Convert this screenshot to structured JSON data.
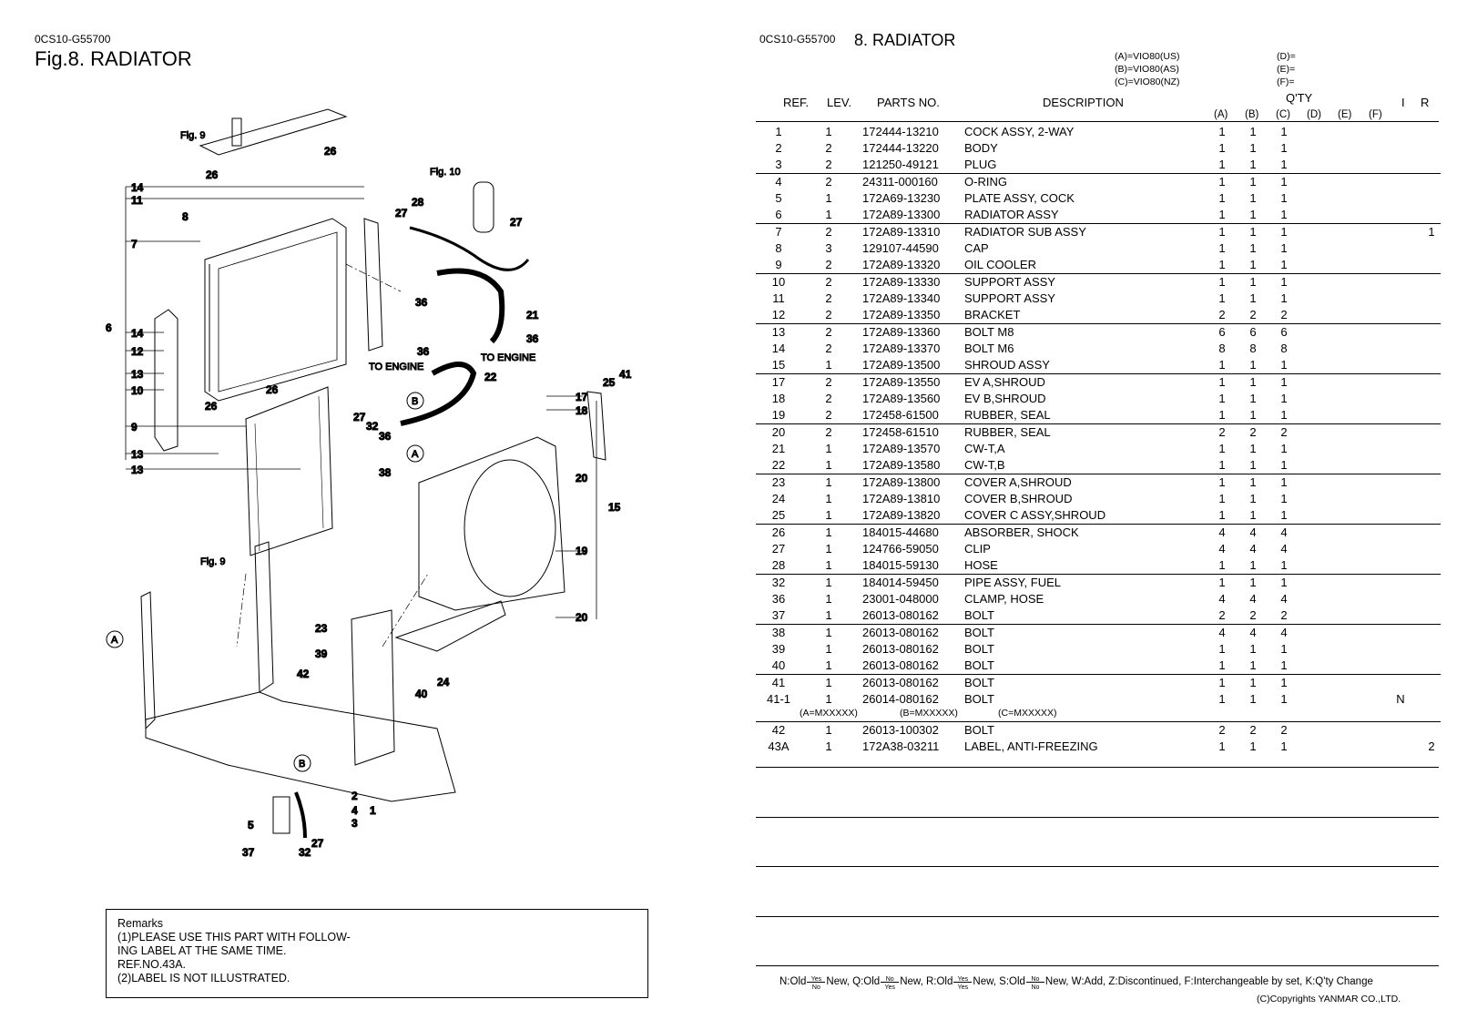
{
  "left": {
    "code": "0CS10-G55700",
    "title": "Fig.8.  RADIATOR"
  },
  "diagram": {
    "labels": [
      "Fig. 9",
      "Fig. 10",
      "Fig. 9",
      "TO ENGINE",
      "TO ENGINE",
      "A",
      "B",
      "A",
      "B"
    ],
    "numbers": [
      "26",
      "26",
      "14",
      "11",
      "8",
      "27",
      "28",
      "27",
      "7",
      "6",
      "14",
      "12",
      "13",
      "10",
      "9",
      "13",
      "13",
      "36",
      "21",
      "36",
      "36",
      "22",
      "26",
      "26",
      "27",
      "32",
      "36",
      "17",
      "18",
      "25",
      "41",
      "20",
      "15",
      "38",
      "19",
      "20",
      "23",
      "39",
      "24",
      "40",
      "42",
      "2",
      "4",
      "1",
      "3",
      "5",
      "37",
      "32",
      "27"
    ]
  },
  "remarks": {
    "lines": [
      "Remarks",
      "(1)PLEASE USE THIS PART WITH FOLLOW-",
      "ING LABEL AT THE SAME TIME.",
      "REF.NO.43A.",
      "(2)LABEL IS NOT ILLUSTRATED."
    ]
  },
  "right": {
    "code": "0CS10-G55700",
    "title": "8.  RADIATOR",
    "models": {
      "a": "(A)=VIO80(US)",
      "b": "(B)=VIO80(AS)",
      "c": "(C)=VIO80(NZ)",
      "d": "(D)=",
      "e": "(E)=",
      "f": "(F)="
    },
    "headers": {
      "ref": "REF.",
      "lev": "LEV.",
      "parts_no": "PARTS NO.",
      "description": "DESCRIPTION",
      "qty": "Q'TY",
      "i": "I",
      "r": "R",
      "cols": [
        "(A)",
        "(B)",
        "(C)",
        "(D)",
        "(E)",
        "(F)"
      ]
    },
    "rows": [
      {
        "ref": "1",
        "lev": "1",
        "part": "172444-13210",
        "desc": "COCK ASSY, 2-WAY",
        "a": "1",
        "b": "1",
        "c": "1",
        "i": "",
        "r": ""
      },
      {
        "ref": "2",
        "lev": "2",
        "part": "172444-13220",
        "desc": "BODY",
        "a": "1",
        "b": "1",
        "c": "1",
        "i": "",
        "r": ""
      },
      {
        "ref": "3",
        "lev": "2",
        "part": "121250-49121",
        "desc": "PLUG",
        "a": "1",
        "b": "1",
        "c": "1",
        "i": "",
        "r": ""
      },
      {
        "ref": "4",
        "lev": "2",
        "part": "24311-000160",
        "desc": "O-RING",
        "a": "1",
        "b": "1",
        "c": "1",
        "i": "",
        "r": ""
      },
      {
        "ref": "5",
        "lev": "1",
        "part": "172A69-13230",
        "desc": "PLATE ASSY, COCK",
        "a": "1",
        "b": "1",
        "c": "1",
        "i": "",
        "r": ""
      },
      {
        "ref": "6",
        "lev": "1",
        "part": "172A89-13300",
        "desc": "RADIATOR ASSY",
        "a": "1",
        "b": "1",
        "c": "1",
        "i": "",
        "r": ""
      },
      {
        "ref": "7",
        "lev": "2",
        "part": "172A89-13310",
        "desc": "RADIATOR SUB ASSY",
        "a": "1",
        "b": "1",
        "c": "1",
        "i": "",
        "r": "1"
      },
      {
        "ref": "8",
        "lev": "3",
        "part": "129107-44590",
        "desc": "CAP",
        "a": "1",
        "b": "1",
        "c": "1",
        "i": "",
        "r": ""
      },
      {
        "ref": "9",
        "lev": "2",
        "part": "172A89-13320",
        "desc": "OIL COOLER",
        "a": "1",
        "b": "1",
        "c": "1",
        "i": "",
        "r": ""
      },
      {
        "ref": "10",
        "lev": "2",
        "part": "172A89-13330",
        "desc": "SUPPORT ASSY",
        "a": "1",
        "b": "1",
        "c": "1",
        "i": "",
        "r": ""
      },
      {
        "ref": "11",
        "lev": "2",
        "part": "172A89-13340",
        "desc": "SUPPORT ASSY",
        "a": "1",
        "b": "1",
        "c": "1",
        "i": "",
        "r": ""
      },
      {
        "ref": "12",
        "lev": "2",
        "part": "172A89-13350",
        "desc": "BRACKET",
        "a": "2",
        "b": "2",
        "c": "2",
        "i": "",
        "r": ""
      },
      {
        "ref": "13",
        "lev": "2",
        "part": "172A89-13360",
        "desc": "BOLT M8",
        "a": "6",
        "b": "6",
        "c": "6",
        "i": "",
        "r": ""
      },
      {
        "ref": "14",
        "lev": "2",
        "part": "172A89-13370",
        "desc": "BOLT M6",
        "a": "8",
        "b": "8",
        "c": "8",
        "i": "",
        "r": ""
      },
      {
        "ref": "15",
        "lev": "1",
        "part": "172A89-13500",
        "desc": "SHROUD ASSY",
        "a": "1",
        "b": "1",
        "c": "1",
        "i": "",
        "r": ""
      },
      {
        "ref": "17",
        "lev": "2",
        "part": "172A89-13550",
        "desc": "EV A,SHROUD",
        "a": "1",
        "b": "1",
        "c": "1",
        "i": "",
        "r": ""
      },
      {
        "ref": "18",
        "lev": "2",
        "part": "172A89-13560",
        "desc": "EV B,SHROUD",
        "a": "1",
        "b": "1",
        "c": "1",
        "i": "",
        "r": ""
      },
      {
        "ref": "19",
        "lev": "2",
        "part": "172458-61500",
        "desc": "RUBBER, SEAL",
        "a": "1",
        "b": "1",
        "c": "1",
        "i": "",
        "r": ""
      },
      {
        "ref": "20",
        "lev": "2",
        "part": "172458-61510",
        "desc": "RUBBER, SEAL",
        "a": "2",
        "b": "2",
        "c": "2",
        "i": "",
        "r": ""
      },
      {
        "ref": "21",
        "lev": "1",
        "part": "172A89-13570",
        "desc": "CW-T,A",
        "a": "1",
        "b": "1",
        "c": "1",
        "i": "",
        "r": ""
      },
      {
        "ref": "22",
        "lev": "1",
        "part": "172A89-13580",
        "desc": "CW-T,B",
        "a": "1",
        "b": "1",
        "c": "1",
        "i": "",
        "r": ""
      },
      {
        "ref": "23",
        "lev": "1",
        "part": "172A89-13800",
        "desc": "COVER A,SHROUD",
        "a": "1",
        "b": "1",
        "c": "1",
        "i": "",
        "r": ""
      },
      {
        "ref": "24",
        "lev": "1",
        "part": "172A89-13810",
        "desc": "COVER B,SHROUD",
        "a": "1",
        "b": "1",
        "c": "1",
        "i": "",
        "r": ""
      },
      {
        "ref": "25",
        "lev": "1",
        "part": "172A89-13820",
        "desc": "COVER C ASSY,SHROUD",
        "a": "1",
        "b": "1",
        "c": "1",
        "i": "",
        "r": ""
      },
      {
        "ref": "26",
        "lev": "1",
        "part": "184015-44680",
        "desc": "ABSORBER, SHOCK",
        "a": "4",
        "b": "4",
        "c": "4",
        "i": "",
        "r": ""
      },
      {
        "ref": "27",
        "lev": "1",
        "part": "124766-59050",
        "desc": "CLIP",
        "a": "4",
        "b": "4",
        "c": "4",
        "i": "",
        "r": ""
      },
      {
        "ref": "28",
        "lev": "1",
        "part": "184015-59130",
        "desc": "HOSE",
        "a": "1",
        "b": "1",
        "c": "1",
        "i": "",
        "r": ""
      },
      {
        "ref": "32",
        "lev": "1",
        "part": "184014-59450",
        "desc": "PIPE ASSY, FUEL",
        "a": "1",
        "b": "1",
        "c": "1",
        "i": "",
        "r": ""
      },
      {
        "ref": "36",
        "lev": "1",
        "part": "23001-048000",
        "desc": "CLAMP, HOSE",
        "a": "4",
        "b": "4",
        "c": "4",
        "i": "",
        "r": ""
      },
      {
        "ref": "37",
        "lev": "1",
        "part": "26013-080162",
        "desc": "BOLT",
        "a": "2",
        "b": "2",
        "c": "2",
        "i": "",
        "r": ""
      },
      {
        "ref": "38",
        "lev": "1",
        "part": "26013-080162",
        "desc": "BOLT",
        "a": "4",
        "b": "4",
        "c": "4",
        "i": "",
        "r": ""
      },
      {
        "ref": "39",
        "lev": "1",
        "part": "26013-080162",
        "desc": "BOLT",
        "a": "1",
        "b": "1",
        "c": "1",
        "i": "",
        "r": ""
      },
      {
        "ref": "40",
        "lev": "1",
        "part": "26013-080162",
        "desc": "BOLT",
        "a": "1",
        "b": "1",
        "c": "1",
        "i": "",
        "r": ""
      },
      {
        "ref": "41",
        "lev": "1",
        "part": "26013-080162",
        "desc": "BOLT",
        "a": "1",
        "b": "1",
        "c": "1",
        "i": "",
        "r": ""
      },
      {
        "ref": "41-1",
        "lev": "1",
        "part": "26014-080162",
        "desc": "BOLT",
        "a": "1",
        "b": "1",
        "c": "1",
        "i": "N",
        "r": ""
      },
      {
        "ref": "42",
        "lev": "1",
        "part": "26013-100302",
        "desc": "BOLT",
        "a": "2",
        "b": "2",
        "c": "2",
        "i": "",
        "r": ""
      },
      {
        "ref": "43A",
        "lev": "1",
        "part": "172A38-03211",
        "desc": "LABEL, ANTI-FREEZING",
        "a": "1",
        "b": "1",
        "c": "1",
        "i": "",
        "r": "2"
      }
    ],
    "serial_note": {
      "a": "(A=MXXXXX)",
      "b": "(B=MXXXXX)",
      "c": "(C=MXXXXX)"
    },
    "legend": {
      "n": "N:Old",
      "n_new": "New, Q:Old",
      "q_new": "New, R:Old",
      "r_new": "New, S:Old",
      "s_new": "New, W:Add, Z:Discontinued, F:Interchangeable by set, K:Q'ty Change",
      "yes": "Yes",
      "no": "No"
    },
    "copyright": "(C)Copyrights YANMAR CO.,LTD."
  }
}
